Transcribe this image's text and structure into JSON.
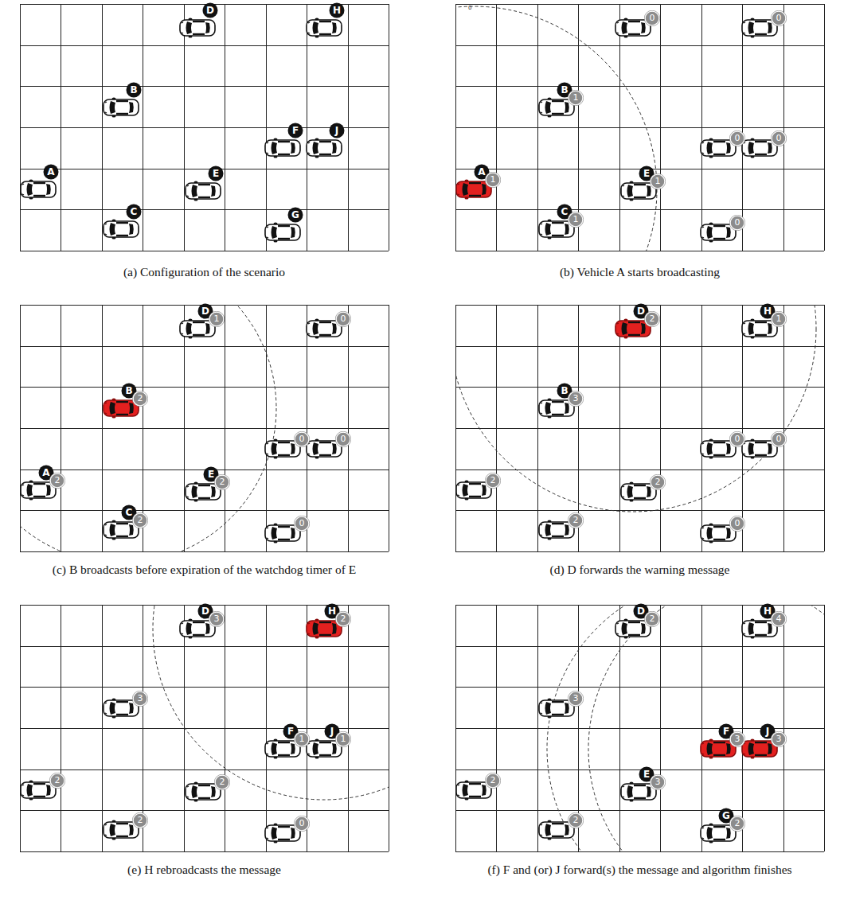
{
  "diagram": {
    "nodes": [
      {
        "text": [
          "(a) Configuration of the scenario"
        ]
      },
      {
        "text": [
          "D"
        ],
        "in": 0
      },
      {
        "text": [
          "H"
        ],
        "in": 0
      },
      {
        "text": [
          "B"
        ],
        "in": 0
      },
      {
        "text": [
          "F"
        ],
        "in": 0
      },
      {
        "text": [
          "J"
        ],
        "in": 0
      },
      {
        "text": [
          "A"
        ],
        "in": 0
      },
      {
        "text": [
          "E"
        ],
        "in": 0
      },
      {
        "text": [
          "C"
        ],
        "in": 0
      },
      {
        "text": [
          "G"
        ],
        "in": 0
      },
      {
        "text": [
          "(b) Vehicle A starts broadcasting"
        ]
      },
      {
        "text": [
          "0"
        ],
        "in": 10
      },
      {
        "text": [
          "0"
        ],
        "in": 10
      },
      {
        "text": [
          "B"
        ],
        "in": 10
      },
      {
        "text": [
          "1"
        ],
        "in": 10
      },
      {
        "text": [
          "0"
        ],
        "in": 10
      },
      {
        "text": [
          "0"
        ],
        "in": 10
      },
      {
        "text": [
          "A"
        ],
        "in": 10
      },
      {
        "text": [
          "1"
        ],
        "in": 10
      },
      {
        "text": [
          "E"
        ],
        "in": 10
      },
      {
        "text": [
          "1"
        ],
        "in": 10
      },
      {
        "text": [
          "C"
        ],
        "in": 10
      },
      {
        "text": [
          "1"
        ],
        "in": 10
      },
      {
        "text": [
          "0"
        ],
        "in": 10
      },
      {
        "text": [
          "(c) B broadcasts before expiration of the watchdog timer of E"
        ]
      },
      {
        "text": [
          "D"
        ],
        "in": 24
      },
      {
        "text": [
          "1"
        ],
        "in": 24
      },
      {
        "text": [
          "0"
        ],
        "in": 24
      },
      {
        "text": [
          "B"
        ],
        "in": 24
      },
      {
        "text": [
          "2"
        ],
        "in": 24
      },
      {
        "text": [
          "0"
        ],
        "in": 24
      },
      {
        "text": [
          "0"
        ],
        "in": 24
      },
      {
        "text": [
          "A"
        ],
        "in": 24
      },
      {
        "text": [
          "2"
        ],
        "in": 24
      },
      {
        "text": [
          "E"
        ],
        "in": 24
      },
      {
        "text": [
          "2"
        ],
        "in": 24
      },
      {
        "text": [
          "C"
        ],
        "in": 24
      },
      {
        "text": [
          "2"
        ],
        "in": 24
      },
      {
        "text": [
          "0"
        ],
        "in": 24
      },
      {
        "text": [
          "(d) D forwards the warning message"
        ]
      },
      {
        "text": [
          "D"
        ],
        "in": 39
      },
      {
        "text": [
          "2"
        ],
        "in": 39
      },
      {
        "text": [
          "H"
        ],
        "in": 39
      },
      {
        "text": [
          "1"
        ],
        "in": 39
      },
      {
        "text": [
          "B"
        ],
        "in": 39
      },
      {
        "text": [
          "3"
        ],
        "in": 39
      },
      {
        "text": [
          "0"
        ],
        "in": 39
      },
      {
        "text": [
          "0"
        ],
        "in": 39
      },
      {
        "text": [
          "2"
        ],
        "in": 39
      },
      {
        "text": [
          "2"
        ],
        "in": 39
      },
      {
        "text": [
          "2"
        ],
        "in": 39
      },
      {
        "text": [
          "0"
        ],
        "in": 39
      },
      {
        "text": [
          "(e) H rebroadcasts the message"
        ]
      },
      {
        "text": [
          "D"
        ],
        "in": 52
      },
      {
        "text": [
          "3"
        ],
        "in": 52
      },
      {
        "text": [
          "H"
        ],
        "in": 52
      },
      {
        "text": [
          "2"
        ],
        "in": 52
      },
      {
        "text": [
          "3"
        ],
        "in": 52
      },
      {
        "text": [
          "F"
        ],
        "in": 52
      },
      {
        "text": [
          "1"
        ],
        "in": 52
      },
      {
        "text": [
          "J"
        ],
        "in": 52
      },
      {
        "text": [
          "1"
        ],
        "in": 52
      },
      {
        "text": [
          "2"
        ],
        "in": 52
      },
      {
        "text": [
          "2"
        ],
        "in": 52
      },
      {
        "text": [
          "2"
        ],
        "in": 52
      },
      {
        "text": [
          "0"
        ],
        "in": 52
      },
      {
        "text": [
          "(f) F and (or) J forward(s) the message and algorithm finishes"
        ]
      },
      {
        "text": [
          "D"
        ],
        "in": 66
      },
      {
        "text": [
          "2"
        ],
        "in": 66
      },
      {
        "text": [
          "H"
        ],
        "in": 66
      },
      {
        "text": [
          "4"
        ],
        "in": 66
      },
      {
        "text": [
          "3"
        ],
        "in": 66
      },
      {
        "text": [
          "F"
        ],
        "in": 66
      },
      {
        "text": [
          "3"
        ],
        "in": 66
      },
      {
        "text": [
          "J"
        ],
        "in": 66
      },
      {
        "text": [
          "3"
        ],
        "in": 66
      },
      {
        "text": [
          "2"
        ],
        "in": 66
      },
      {
        "text": [
          "E"
        ],
        "in": 66
      },
      {
        "text": [
          "3"
        ],
        "in": 66
      },
      {
        "text": [
          "2"
        ],
        "in": 66
      },
      {
        "text": [
          "G"
        ],
        "in": 66
      },
      {
        "text": [
          "2"
        ],
        "in": 66
      }
    ],
    "labels": [
      "0"
    ]
  }
}
